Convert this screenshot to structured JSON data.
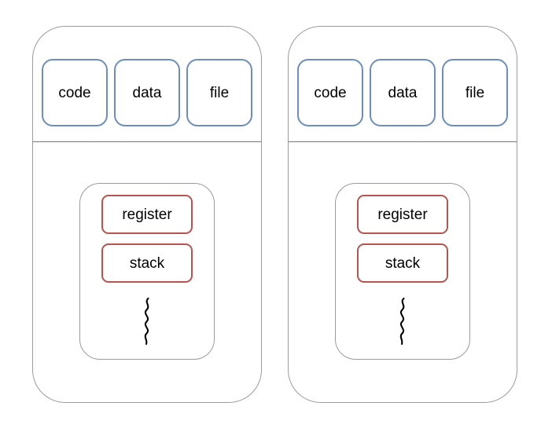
{
  "diagram": {
    "title": "Process and thread structure diagram",
    "type": "block-diagram",
    "background_color": "#ffffff",
    "colors": {
      "segment_border": "#6c8ebf",
      "thread_item_border": "#b85450",
      "container_border": "#9b9b9b",
      "divider": "#787878",
      "text": "#000000",
      "fill": "#ffffff"
    },
    "processes": [
      {
        "id": "process-1",
        "segments": [
          {
            "label": "code"
          },
          {
            "label": "data"
          },
          {
            "label": "file"
          }
        ],
        "thread": {
          "items": [
            {
              "label": "register"
            },
            {
              "label": "stack"
            }
          ],
          "continuation": "squiggle"
        }
      },
      {
        "id": "process-2",
        "segments": [
          {
            "label": "code"
          },
          {
            "label": "data"
          },
          {
            "label": "file"
          }
        ],
        "thread": {
          "items": [
            {
              "label": "register"
            },
            {
              "label": "stack"
            }
          ],
          "continuation": "squiggle"
        }
      }
    ]
  }
}
